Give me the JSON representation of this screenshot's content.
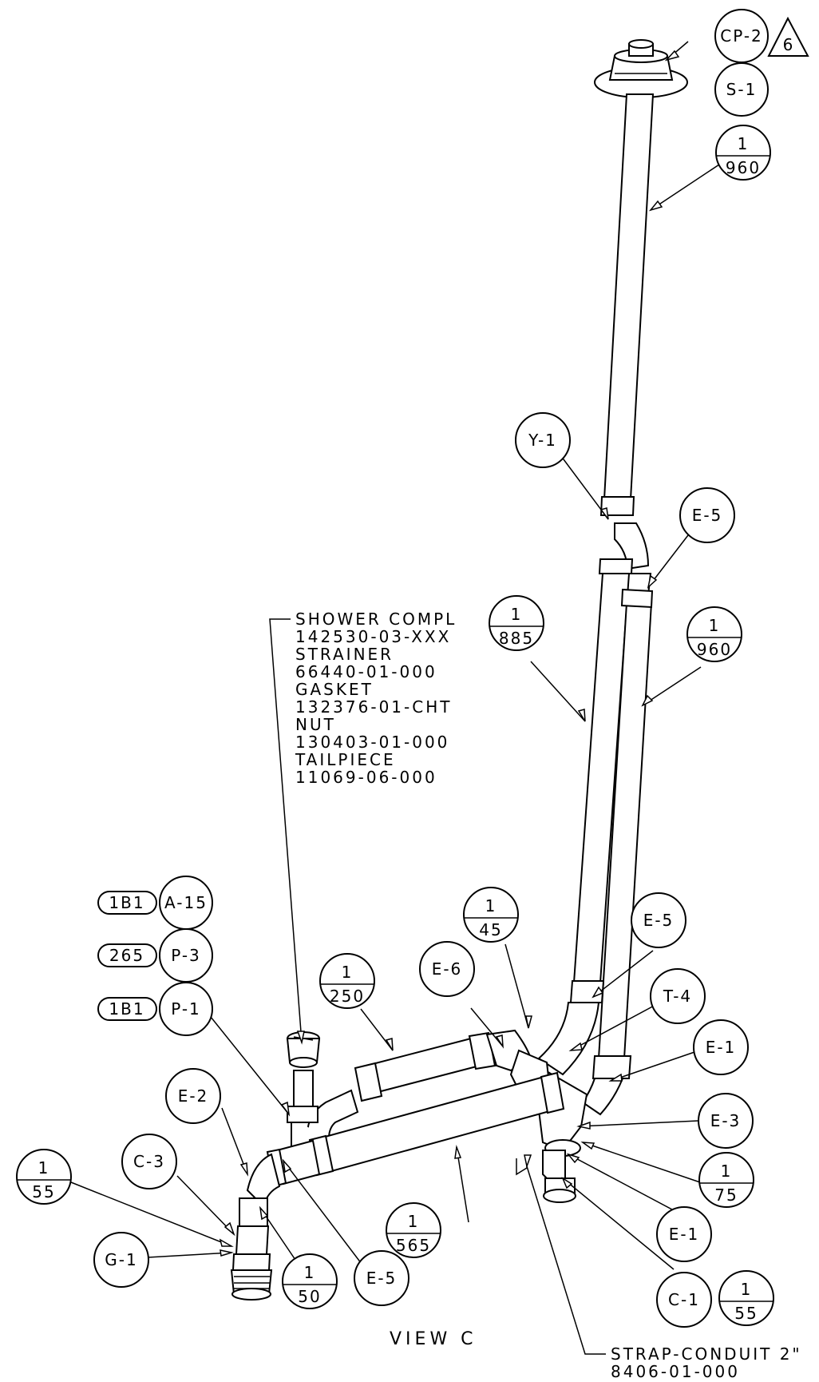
{
  "view_label": "VIEW C",
  "shower_note": [
    "SHOWER COMPL",
    "142530-03-XXX",
    "STRAINER",
    "66440-01-000",
    "GASKET",
    "132376-01-CHT",
    "NUT",
    "130403-01-000",
    "TAILPIECE",
    "11069-06-000"
  ],
  "strap_note": [
    "STRAP-CONDUIT 2\"",
    "8406-01-000"
  ],
  "revision": "6",
  "pill_tags": {
    "a15": "1B1",
    "p3": "265",
    "p1": "1B1"
  },
  "callouts": {
    "cp2": "CP-2",
    "s1": "S-1",
    "y1": "Y-1",
    "e5_top": "E-5",
    "a15": "A-15",
    "p3": "P-3",
    "p1": "P-1",
    "e6": "E-6",
    "e5_mid": "E-5",
    "t4": "T-4",
    "e1_right": "E-1",
    "e3": "E-3",
    "e2": "E-2",
    "c3": "C-3",
    "g1": "G-1",
    "e5_low": "E-5",
    "e1_low": "E-1",
    "c1": "C-1"
  },
  "fractions": {
    "f960_top": {
      "num": "1",
      "den": "960"
    },
    "f885": {
      "num": "1",
      "den": "885"
    },
    "f960_mid": {
      "num": "1",
      "den": "960"
    },
    "f45": {
      "num": "1",
      "den": "45"
    },
    "f250": {
      "num": "1",
      "den": "250"
    },
    "f75": {
      "num": "1",
      "den": "75"
    },
    "f55_left": {
      "num": "1",
      "den": "55"
    },
    "f565": {
      "num": "1",
      "den": "565"
    },
    "f50": {
      "num": "1",
      "den": "50"
    },
    "f55_right": {
      "num": "1",
      "den": "55"
    }
  }
}
